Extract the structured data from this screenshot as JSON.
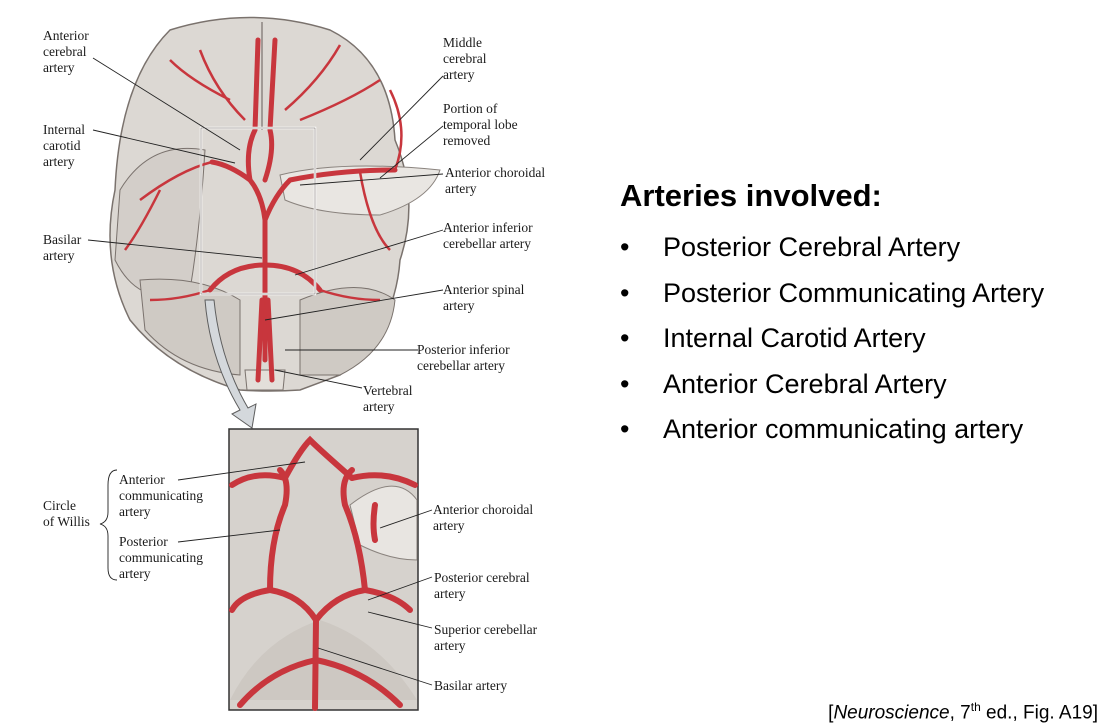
{
  "figure": {
    "top_labels": {
      "anterior_cerebral": "Anterior\ncerebral\nartery",
      "internal_carotid": "Internal\ncarotid\nartery",
      "basilar": "Basilar\nartery",
      "middle_cerebral": "Middle\ncerebral\nartery",
      "temporal_lobe": "Portion of\ntemporal lobe\nremoved",
      "anterior_choroidal": "Anterior choroidal\nartery",
      "anterior_inferior_cerebellar": "Anterior inferior\ncerebellar artery",
      "anterior_spinal": "Anterior spinal\nartery",
      "posterior_inferior_cerebellar": "Posterior inferior\ncerebellar artery",
      "vertebral": "Vertebral\nartery"
    },
    "inset_labels": {
      "circle_of_willis": "Circle\nof Willis",
      "anterior_communicating": "Anterior\ncommunicating\nartery",
      "posterior_communicating": "Posterior\ncommunicating\nartery",
      "anterior_choroidal": "Anterior choroidal\nartery",
      "posterior_cerebral": "Posterior cerebral\nartery",
      "superior_cerebellar": "Superior cerebellar\nartery",
      "basilar": "Basilar artery"
    },
    "colors": {
      "artery": "#c8363d",
      "brain": "#d9d5d0",
      "outline": "#6b6460"
    }
  },
  "slide": {
    "heading": "Arteries involved:",
    "bullet_glyph": "•",
    "items": [
      "Posterior Cerebral Artery",
      "Posterior Communicating Artery",
      "Internal Carotid Artery",
      "Anterior Cerebral Artery",
      "Anterior communicating artery"
    ],
    "citation": {
      "open": "[",
      "title": "Neuroscience",
      "edition_num": ", 7",
      "edition_sup": "th",
      "rest": " ed., Fig. A19]"
    }
  }
}
